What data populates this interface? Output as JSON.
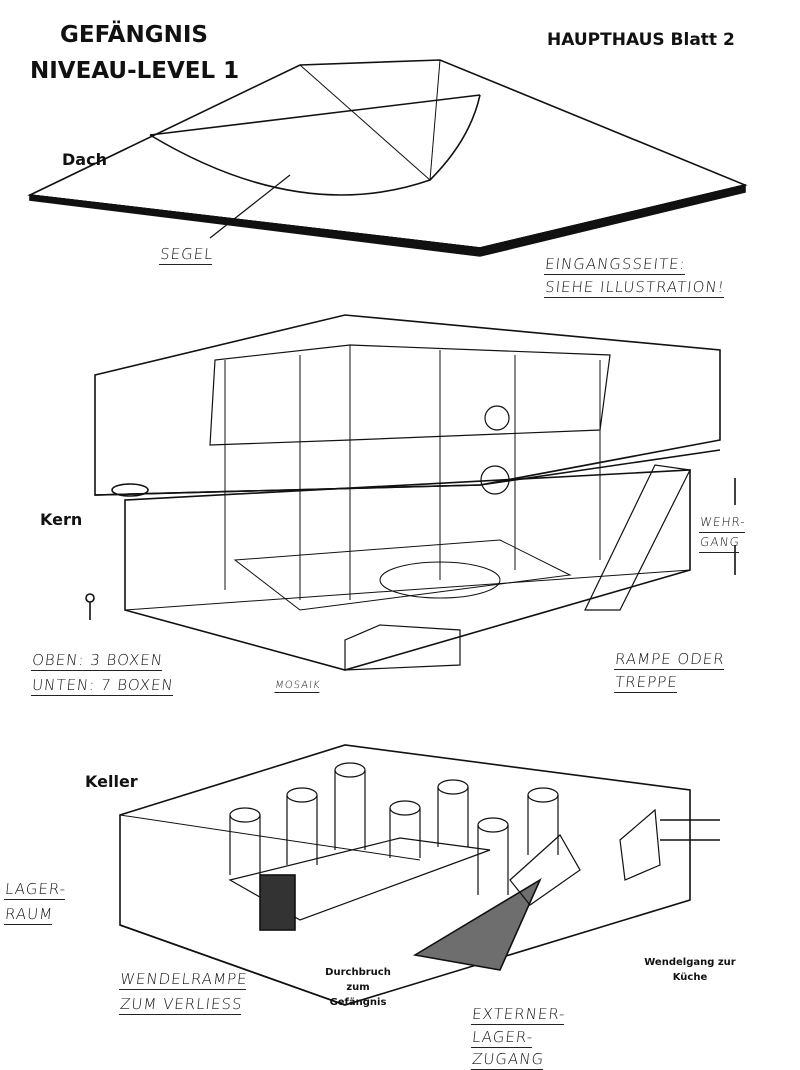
{
  "title": {
    "line1": "GEFÄNGNIS",
    "line2": "NIVEAU-LEVEL 1"
  },
  "sheet": "HAUPTHAUS Blatt 2",
  "sections": {
    "roof": {
      "label": "Dach",
      "annotation": "SEGEL"
    },
    "core": {
      "label": "Kern",
      "entrance_note": {
        "line1": "EINGANGSSEITE:",
        "line2": "SIEHE ILLUSTRATION!"
      },
      "walkway": {
        "line1": "WEHR-",
        "line2": "GANG"
      },
      "boxes": {
        "line1": "OBEN: 3 BOXEN",
        "line2": "UNTEN: 7 BOXEN"
      },
      "mosaic": "MOSAIK",
      "ramp": {
        "line1": "RAMPE ODER",
        "line2": "TREPPE"
      }
    },
    "cellar": {
      "label": "Keller",
      "storage": {
        "line1": "LAGER-",
        "line2": "RAUM"
      },
      "spiral_ramp": {
        "line1": "WENDELRAMPE",
        "line2": "ZUM VERLIESS"
      },
      "breach": {
        "line1": "Durchbruch",
        "line2": "zum",
        "line3": "Gefängnis"
      },
      "external": {
        "line1": "EXTERNER-",
        "line2": "LAGER-",
        "line3": "ZUGANG"
      },
      "kitchen": {
        "line1": "Wendelgang zur",
        "line2": "Küche"
      }
    }
  }
}
